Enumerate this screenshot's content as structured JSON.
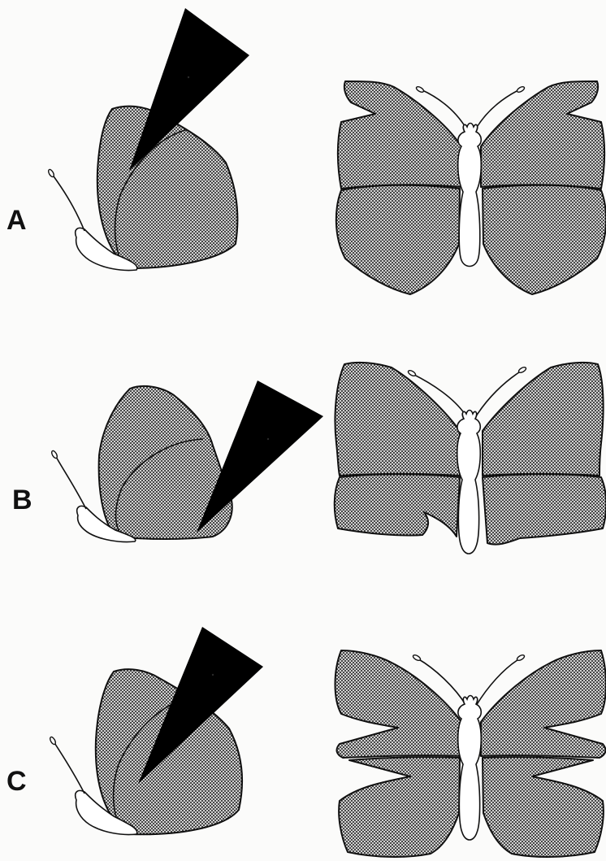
{
  "panels": [
    {
      "id": "a",
      "label": "A"
    },
    {
      "id": "b",
      "label": "B"
    },
    {
      "id": "c",
      "label": "C"
    }
  ],
  "colors": {
    "wing_fill": "#8c8c8c",
    "beak": "#000000",
    "outline": "#111111",
    "background": "#fbfbfa"
  }
}
